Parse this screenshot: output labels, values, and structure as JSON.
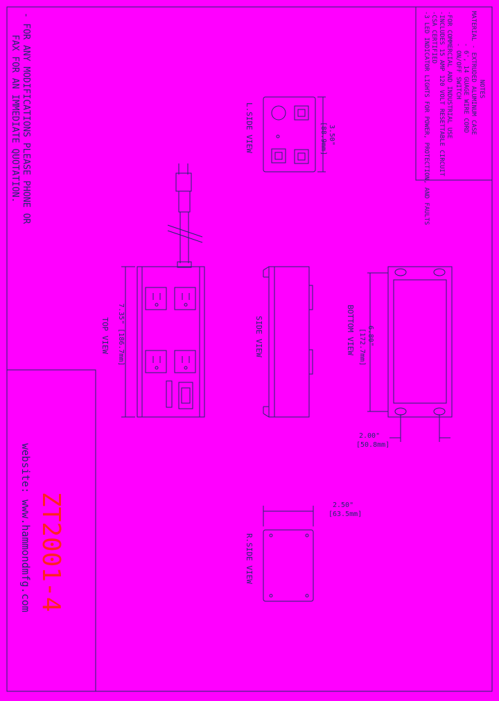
{
  "colors": {
    "background": "#ff00ff",
    "line": "#1f2a6b",
    "title": "#ff2222"
  },
  "notes": {
    "heading": "NOTES",
    "lines": [
      "MATERIAL - EXTRUDED ALUMINUM CASE",
      "- 6', 14 GUAGE WIRE CORD",
      "- ON/OFF SWITCH",
      "-FOR COMMERCIAL AND INDUSTRIAL USE",
      "-INCLUDES 15 AMP 120 VOLT RESETTABLE CIRCUIT",
      "-CSA CERTIFIED",
      "-3 LED INDICATOR LIGHTS FOR POWER, PROTECTION, AND FAULTS"
    ]
  },
  "left_note": {
    "line1": "- FOR ANY MODIFICATIONS PLEASE PHONE OR",
    "line2": "FAX FOR AN IMMEDIATE QUOTATION."
  },
  "title_block": {
    "website": "website: www.hammondmfg.com",
    "part_number": "ZT2001-4"
  },
  "views": {
    "lside": {
      "label": "L.SIDE VIEW",
      "dim": "3.50\"",
      "dim_mm": "[88.9mm]"
    },
    "top": {
      "label": "TOP VIEW",
      "dim": "7.35\" [186.7mm]"
    },
    "side": {
      "label": "SIDE VIEW"
    },
    "bottom": {
      "label": "BOTTOM VIEW",
      "dim": "6.80\"",
      "dim_mm": "[172.7mm]",
      "dim2": "2.00\"",
      "dim2_mm": "[50.8mm]"
    },
    "rside": {
      "label": "R.SIDE VIEW",
      "dim": "2.50\"",
      "dim_mm": "[63.5mm]"
    }
  }
}
